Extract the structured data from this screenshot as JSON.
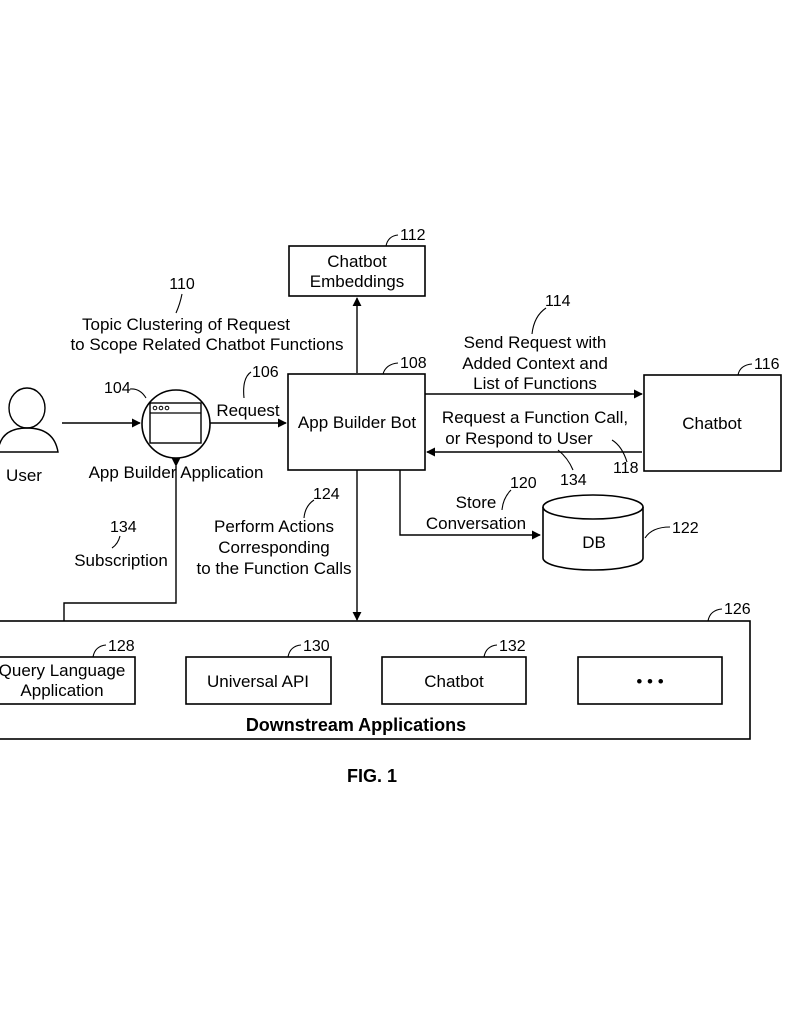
{
  "figure_label": "FIG. 1",
  "nodes": {
    "user": {
      "label": "User"
    },
    "app_builder_application": {
      "label": "App Builder Application",
      "ref": "104"
    },
    "app_builder_bot": {
      "label": "App Builder Bot",
      "ref": "108"
    },
    "chatbot_embeddings": {
      "line1": "Chatbot",
      "line2": "Embeddings",
      "ref": "112"
    },
    "chatbot": {
      "label": "Chatbot",
      "ref": "116"
    },
    "db": {
      "label": "DB",
      "ref": "122"
    },
    "downstream": {
      "label": "Downstream Applications",
      "ref": "126",
      "items": [
        {
          "line1": "Query Language",
          "line2": "Application",
          "ref": "128"
        },
        {
          "line1": "Universal API",
          "ref": "130"
        },
        {
          "line1": "Chatbot",
          "ref": "132"
        },
        {
          "line1": "• • •"
        }
      ]
    }
  },
  "edges": {
    "request": {
      "label": "Request",
      "ref": "106"
    },
    "topic_clustering": {
      "line1": "Topic Clustering of Request",
      "line2": "to Scope Related Chatbot Functions",
      "ref": "110"
    },
    "send_request": {
      "line1": "Send Request with",
      "line2": "Added Context and",
      "line3": "List of Functions",
      "ref": "114"
    },
    "function_call": {
      "line1": "Request a Function Call,",
      "line2": "or Respond to User",
      "ref_a": "118",
      "ref_b": "134"
    },
    "store_conversation": {
      "line1": "Store",
      "line2": "Conversation",
      "ref": "120"
    },
    "perform_actions": {
      "line1": "Perform Actions",
      "line2": "Corresponding",
      "line3": "to the Function Calls",
      "ref": "124"
    },
    "subscription": {
      "label": "Subscription",
      "ref": "134"
    }
  }
}
